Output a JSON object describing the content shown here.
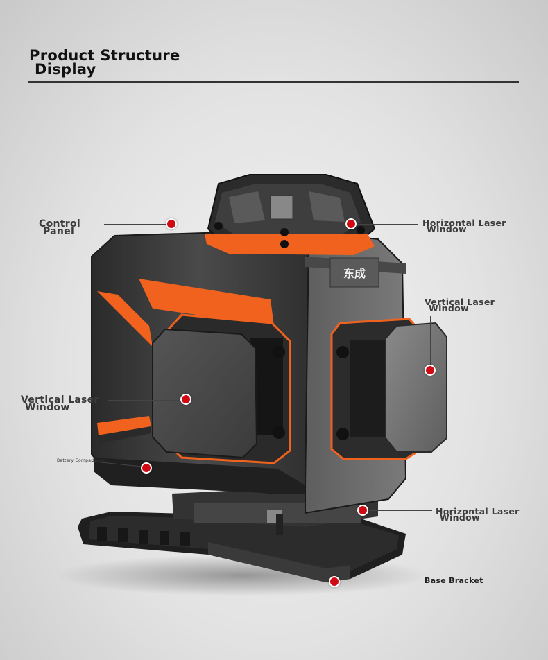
{
  "header": {
    "title_line1": "Product Structure",
    "title_line2": "Display"
  },
  "device": {
    "logo_text": "东成"
  },
  "callouts": [
    {
      "id": "control-panel",
      "line1": "Control",
      "line2": "Panel"
    },
    {
      "id": "horizontal-laser-top",
      "line1": "Horizontal Laser",
      "line2": "Window"
    },
    {
      "id": "vertical-laser-right",
      "line1": "Vertical Laser",
      "line2": "Window"
    },
    {
      "id": "vertical-laser-left",
      "line1": "Vertical Laser",
      "line2": "Window"
    },
    {
      "id": "battery",
      "line1": "Battery Compartment",
      "line2": ""
    },
    {
      "id": "horizontal-laser-bottom",
      "line1": "Horizontal Laser",
      "line2": "Window"
    },
    {
      "id": "base-bracket",
      "line1": "Base Bracket",
      "line2": ""
    }
  ],
  "colors": {
    "accent_orange": "#f0621e",
    "marker_red": "#cf0a12",
    "body_dark": "#3a3a3a"
  }
}
